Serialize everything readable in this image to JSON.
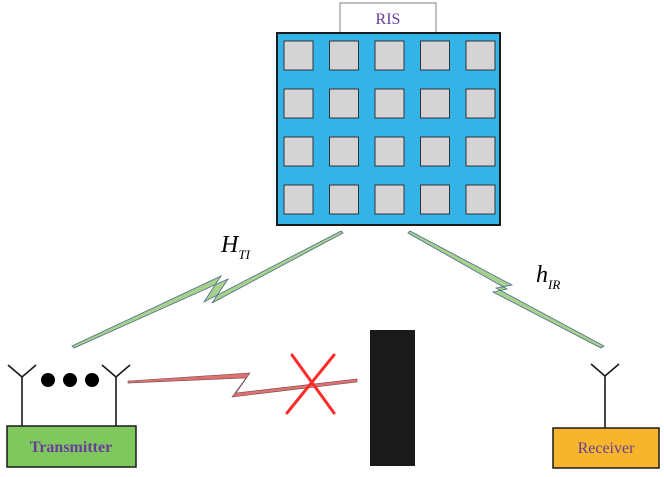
{
  "ris": {
    "label": "RIS",
    "panel_color": "#33b3e8",
    "element_color": "#d4d4d4",
    "rows": 4,
    "cols": 5
  },
  "transmitter": {
    "label": "Transmitter",
    "box_color": "#7ec85e"
  },
  "receiver": {
    "label": "Receiver",
    "box_color": "#f7b52b"
  },
  "channels": {
    "tx_ris": {
      "main": "H",
      "sub": "TI",
      "color": "#a9d18e"
    },
    "ris_rx": {
      "main": "h",
      "sub": "IR",
      "color": "#a9d18e"
    },
    "direct": {
      "color": "#e07070",
      "blocked_mark_color": "#ff2a2a"
    }
  },
  "obstacle": {
    "color": "#1a1a1a"
  },
  "icons": {
    "antenna": "antenna-icon",
    "blocked": "cross-icon"
  }
}
